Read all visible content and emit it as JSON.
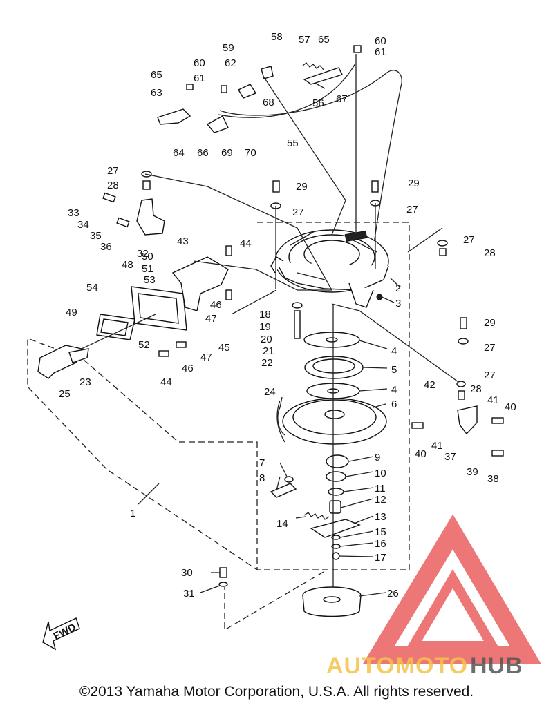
{
  "diagram": {
    "callouts": [
      "1",
      "2",
      "3",
      "4",
      "5",
      "6",
      "7",
      "8",
      "9",
      "10",
      "11",
      "12",
      "13",
      "14",
      "15",
      "16",
      "17",
      "18",
      "19",
      "20",
      "21",
      "22",
      "23",
      "24",
      "25",
      "26",
      "27",
      "28",
      "29",
      "30",
      "31",
      "32",
      "33",
      "34",
      "35",
      "36",
      "37",
      "38",
      "39",
      "40",
      "41",
      "42",
      "43",
      "44",
      "45",
      "46",
      "47",
      "48",
      "49",
      "50",
      "51",
      "52",
      "53",
      "54",
      "55",
      "56",
      "57",
      "58",
      "59",
      "60",
      "61",
      "62",
      "63",
      "64",
      "65",
      "66",
      "67",
      "68",
      "69",
      "70"
    ],
    "fwd_label": "FWD"
  },
  "watermark": {
    "word_a": "AUTOMOTO",
    "word_b": "HUB",
    "color_a": "#f5c24a",
    "color_b": "#555555",
    "triangle_color": "#e84a4a"
  },
  "footer": {
    "copyright": "©2013 Yamaha Motor Corporation, U.S.A. All rights reserved."
  }
}
